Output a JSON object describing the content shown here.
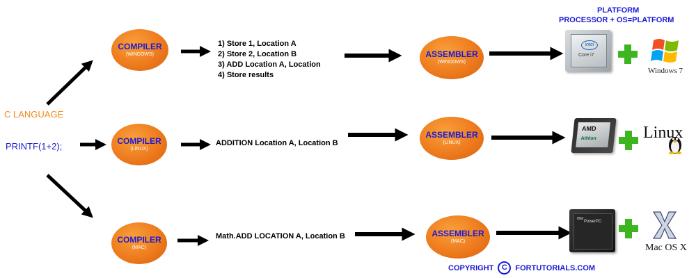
{
  "header": {
    "platform": "PLATFORM",
    "formula": "PROCESSOR + OS=PLATFORM"
  },
  "source": {
    "language": "C LANGUAGE",
    "code": "PRINTF(1+2);"
  },
  "rows": [
    {
      "compiler": "COMPILER",
      "compiler_os": "(WINDOWS)",
      "instructions": [
        "1) Store 1, Location A",
        "2) Store 2, Location B",
        "3) ADD Location A, Location",
        "4) Store results"
      ],
      "assembler": "ASSEMBLER",
      "assembler_os": "(WINDOWS)",
      "processor_label": "Core i7",
      "os_label": "Windows 7"
    },
    {
      "compiler": "COMPILER",
      "compiler_os": "(LINUX)",
      "instructions": [
        "ADDITION Location A, Location B"
      ],
      "assembler": "ASSEMBLER",
      "assembler_os": "(LINUX)",
      "processor_label": "Athlon",
      "os_label": "Linux"
    },
    {
      "compiler": "COMPILER",
      "compiler_os": "(MAC)",
      "instructions": [
        "Math.ADD LOCATION A, Location B"
      ],
      "assembler": "ASSEMBLER",
      "assembler_os": "(MAC)",
      "processor_label": "PowerPC",
      "os_label": "Mac OS X"
    }
  ],
  "copyright": {
    "prefix": "COPYRIGHT",
    "symbol": "C",
    "site": "FORTUTORIALS.COM"
  },
  "colors": {
    "orange_text": "#f08a1c",
    "blue_text": "#1a1ad6",
    "ellipse": "#ee7b1e",
    "plus": "#3cb521"
  }
}
